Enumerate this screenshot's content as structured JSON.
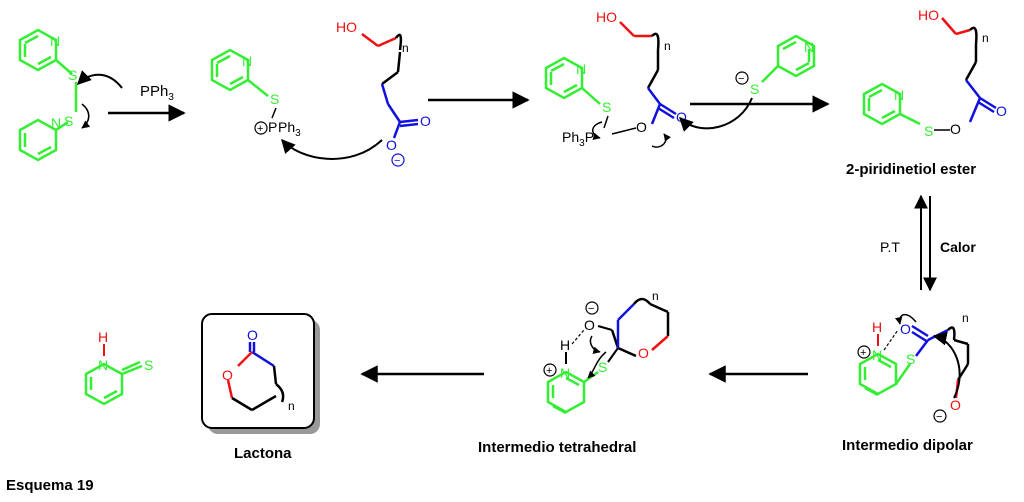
{
  "colors": {
    "pyridine": "#33ee33",
    "hydroxyl": "#ee1111",
    "carbonyl": "#1111dd",
    "text": "#000000",
    "box_shadow": "#999999"
  },
  "reagents": {
    "pph3_top": "PPh",
    "pph3_sub": "3"
  },
  "atoms": {
    "S": "S",
    "N": "N",
    "O": "O",
    "H": "H",
    "HO": "HO",
    "n": "n",
    "P": "P",
    "Ph3_prefix": "Ph",
    "Ph3_sub": "3",
    "plus": "+",
    "minus": "−"
  },
  "labels": {
    "ester": "2-piridinetiol ester",
    "pt": "P.T",
    "heat": "Calor",
    "dipolar": "Intermedio dipolar",
    "tetrahedral": "Intermedio tetrahedral",
    "lactone": "Lactona",
    "scheme": "Esquema 19"
  }
}
